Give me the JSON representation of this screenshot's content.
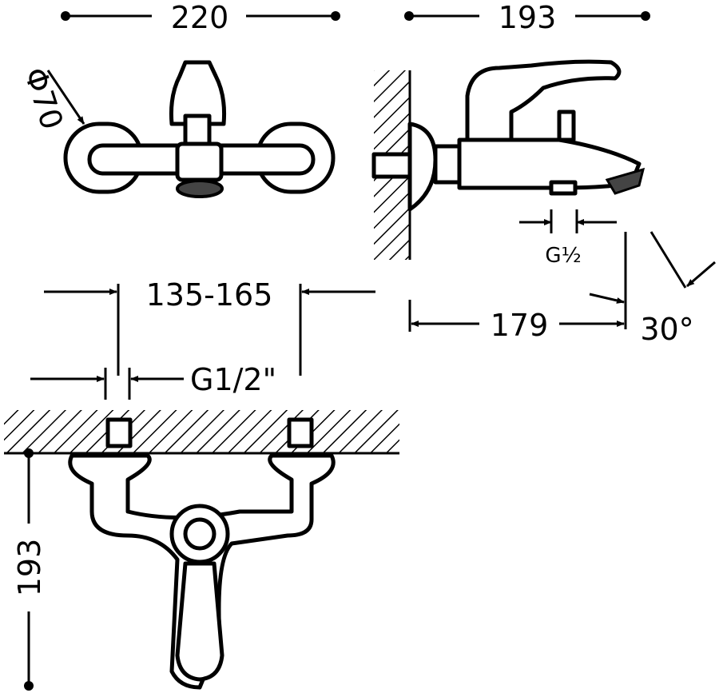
{
  "title": "Bath mixer technical drawing",
  "dimensions": {
    "front_width": "220",
    "side_depth": "193",
    "rosette_diameter": "Φ70",
    "centres": "135-165",
    "inlet_thread": "G1/2\"",
    "outlet_thread": "G½",
    "spout_reach": "179",
    "spout_angle": "30°",
    "height": "193"
  },
  "colors": {
    "line": "#000000",
    "background": "#ffffff"
  }
}
